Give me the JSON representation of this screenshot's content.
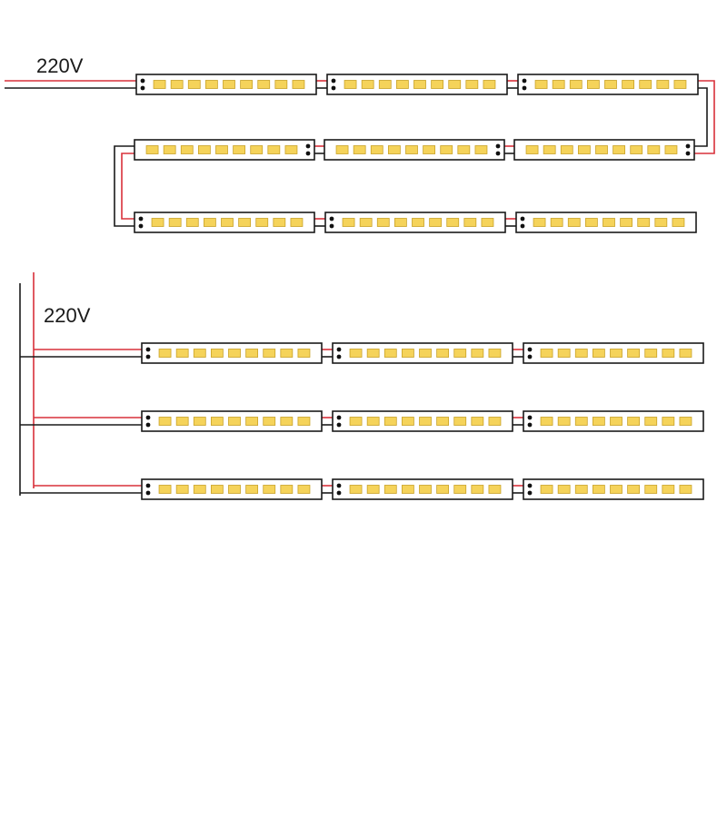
{
  "colors": {
    "live_wire": "#d9303a",
    "neutral_wire": "#1a1a1a",
    "strip_outline": "#1a1a1a",
    "strip_fill": "#ffffff",
    "led_chip": "#f5d35a",
    "led_chip_border": "#c9a227",
    "terminal_dot": "#111111",
    "background": "#ffffff"
  },
  "diagrams": [
    {
      "connection": "series",
      "voltage_label": "220V",
      "rows": 3,
      "strips_per_row": 3,
      "leds_per_strip": 9
    },
    {
      "connection": "parallel",
      "voltage_label": "220V",
      "rows": 3,
      "strips_per_row": 3,
      "leds_per_strip": 9
    }
  ]
}
